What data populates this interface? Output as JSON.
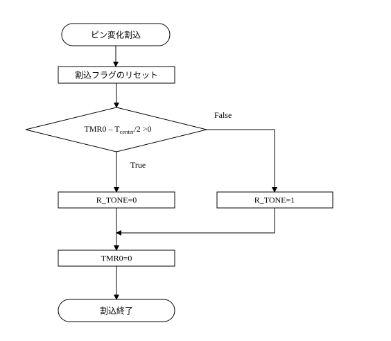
{
  "flowchart": {
    "start": {
      "label": "ピン変化割込"
    },
    "reset_flag": {
      "label": "割込フラグのリセット"
    },
    "decision": {
      "prefix": "TMR0 – T",
      "subscript": "center",
      "suffix": "/2 >0"
    },
    "branch_true": {
      "label": "True"
    },
    "branch_false": {
      "label": "False"
    },
    "set_tone_0": {
      "label": "R_TONE=0"
    },
    "set_tone_1": {
      "label": "R_TONE=1"
    },
    "reset_timer": {
      "label": "TMR0=0"
    },
    "end": {
      "label": "割込終了"
    }
  }
}
